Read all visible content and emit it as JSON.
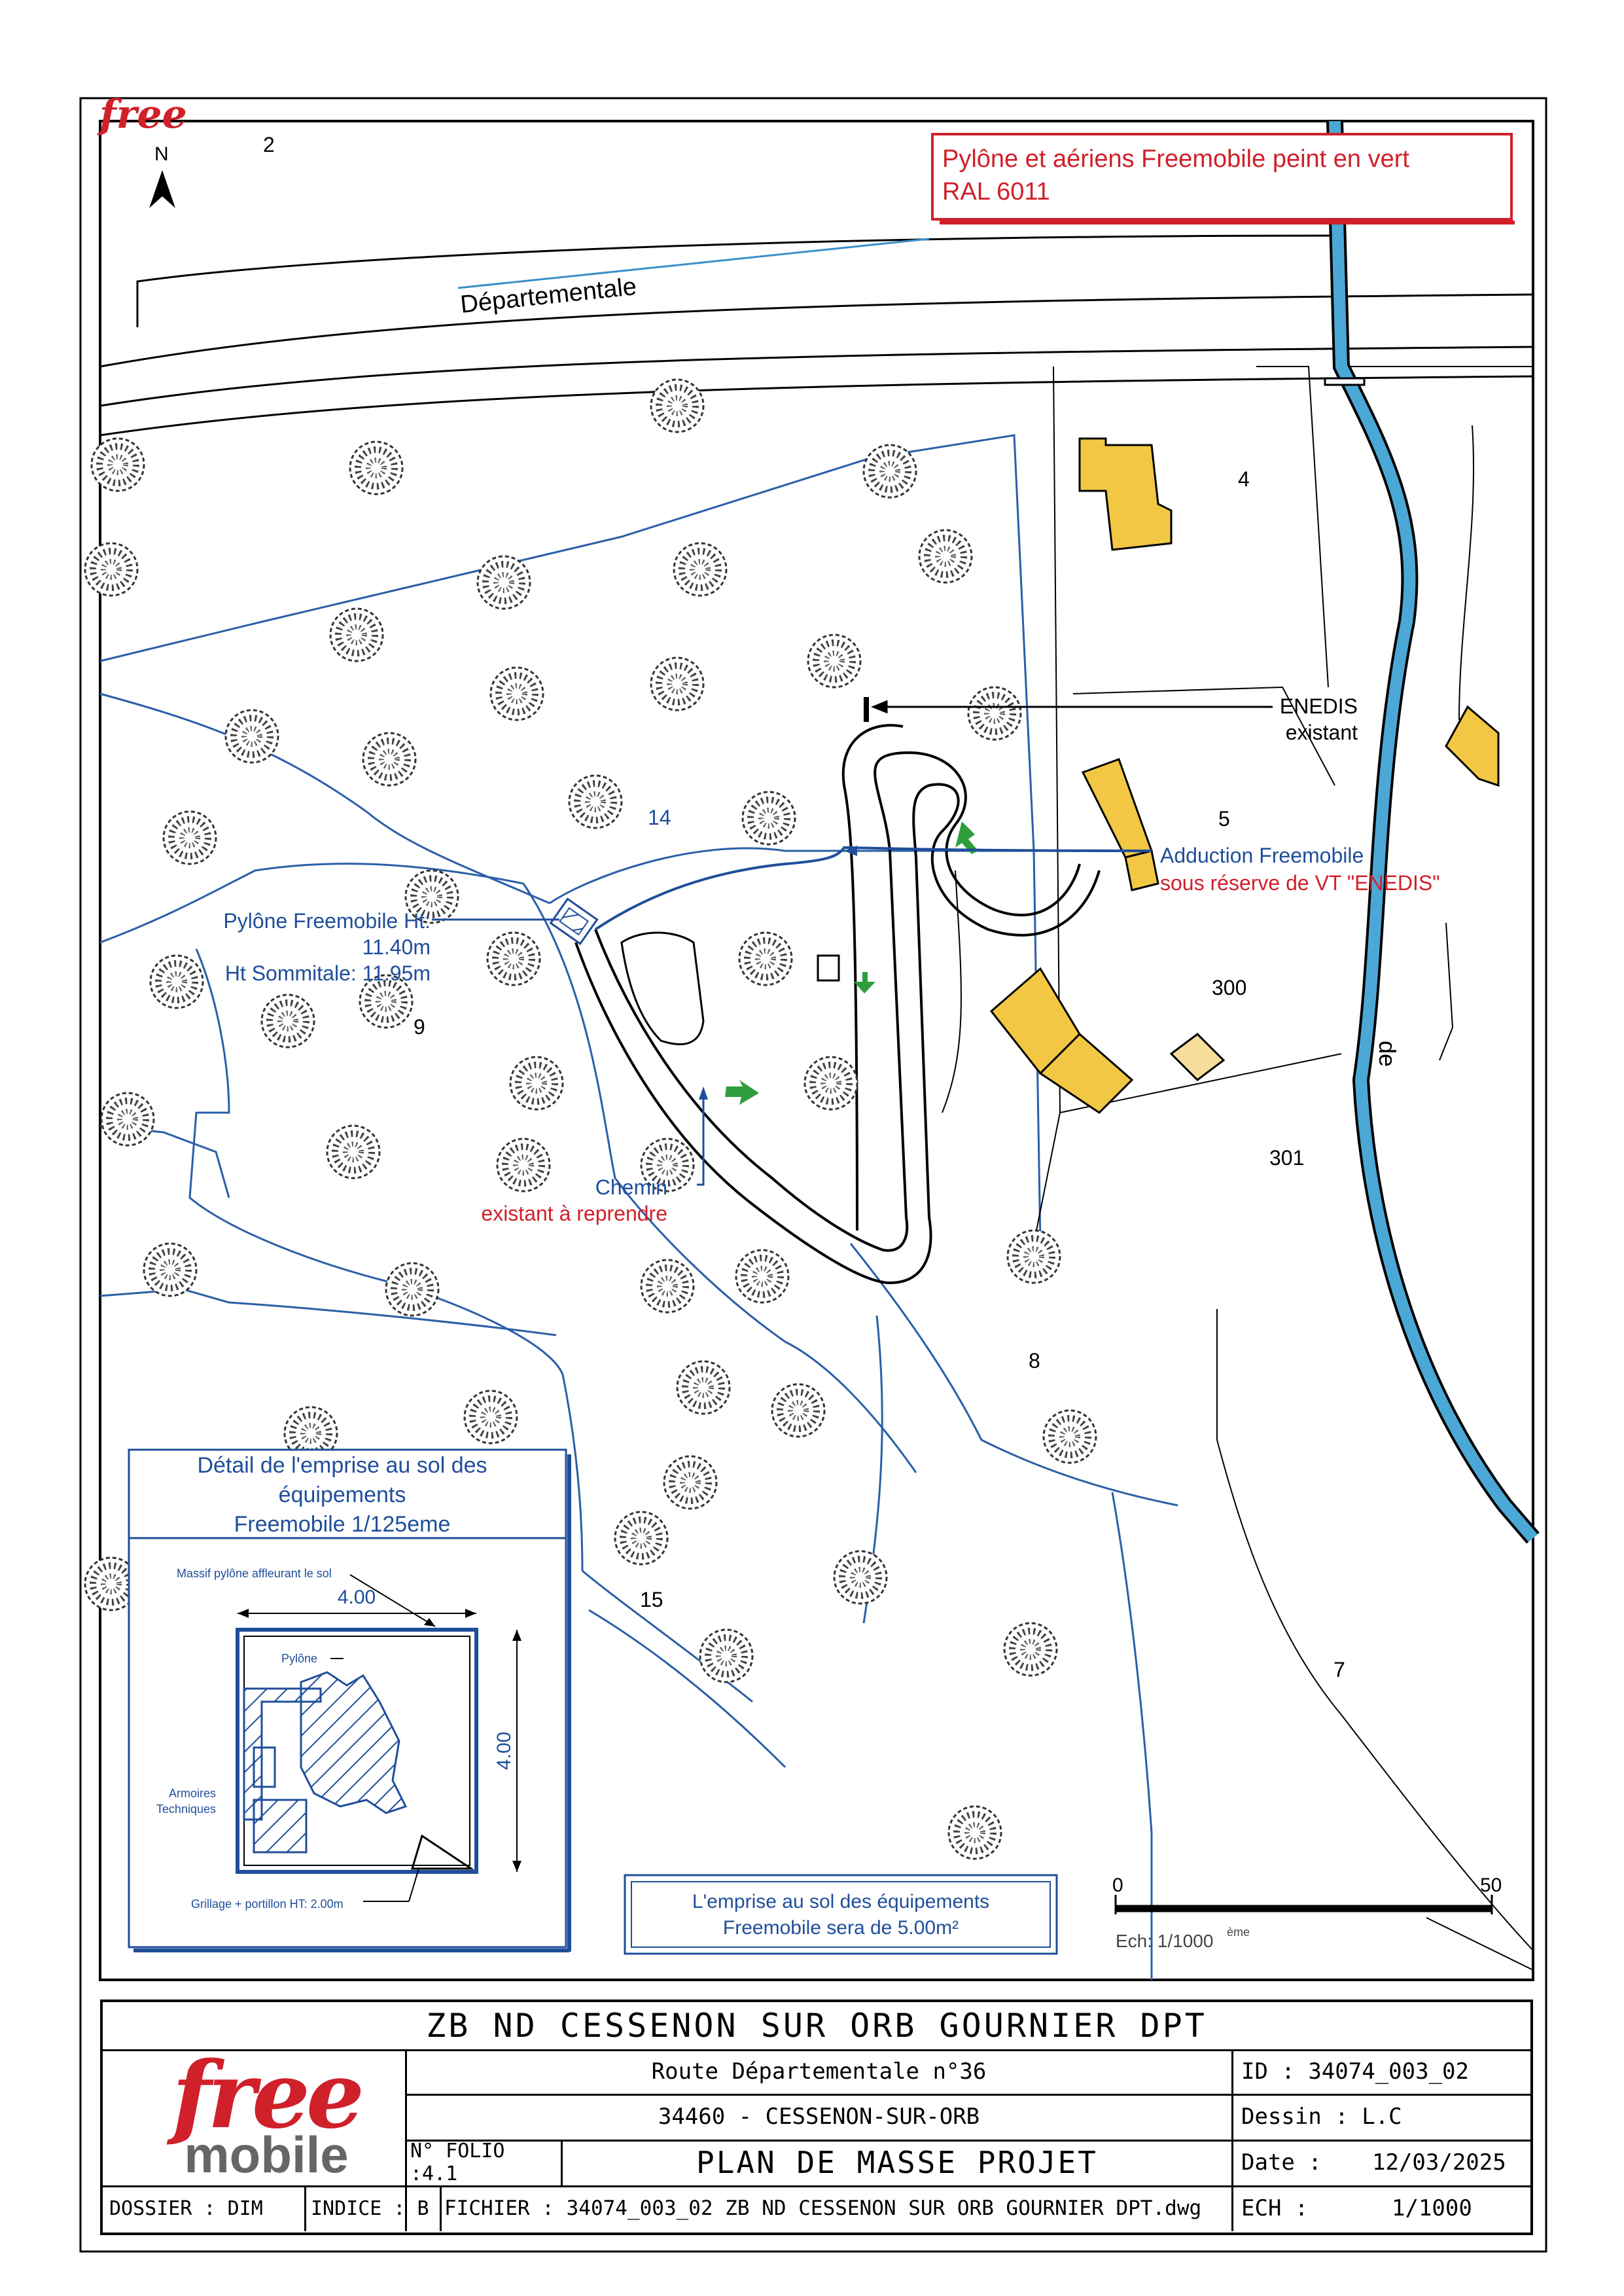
{
  "top_logo": "free",
  "north": {
    "letter": "N"
  },
  "notes": {
    "paint": [
      "Pylône et aériens Freemobile peint en vert",
      "RAL  6011"
    ],
    "enedis": [
      "ENEDIS",
      "existant"
    ],
    "adduction": [
      "Adduction Freemobile",
      "sous réserve de VT \"ENEDIS\""
    ],
    "pylone": [
      "Pylône Freemobile Ht:",
      "11.40m",
      "Ht Sommitale: 11.95m"
    ],
    "chemin": [
      "Chemin",
      "existant à reprendre"
    ],
    "emprise": [
      "L'emprise au sol des équipements",
      "Freemobile  sera de 5.00m²"
    ]
  },
  "road_label": "Départementale",
  "river_label": "de",
  "parcels": [
    "2",
    "4",
    "14",
    "5",
    "300",
    "9",
    "301",
    "8",
    "15",
    "7"
  ],
  "detail": {
    "title": [
      "Détail de l'emprise au sol des",
      "équipements",
      "Freemobile  1/125eme"
    ],
    "massif": "Massif pylône affleurant le sol",
    "dim_h": "4.00",
    "dim_v": "4.00",
    "pylone": "Pylône",
    "armoires": [
      "Armoires",
      "Techniques"
    ],
    "grillage": "Grillage + portillon HT: 2.00m"
  },
  "scale": {
    "start": "0",
    "end": "50",
    "ech": "Ech: 1/1000",
    "ech_sup": "ème"
  },
  "cartouche": {
    "title": "ZB ND CESSENON SUR ORB GOURNIER DPT",
    "address": "Route Départementale n°36",
    "city": "34460 - CESSENON-SUR-ORB",
    "folio": "N° FOLIO :4.1",
    "plan": "PLAN DE MASSE PROJET",
    "id": "ID :  34074_003_02",
    "dessin": "Dessin :  L.C",
    "date_label": "Date :",
    "date": "12/03/2025",
    "dossier": "DOSSIER : DIM",
    "indice": "INDICE : B",
    "fichier": "FICHIER : 34074_003_02 ZB ND CESSENON SUR ORB GOURNIER DPT.dwg",
    "ech_label": "ECH :",
    "ech": "1/1000",
    "logo_free": "free",
    "logo_mobile": "mobile"
  },
  "colors": {
    "red": "#d0202a",
    "blue": "#1f4e9a",
    "green": "#2e9e3c",
    "building": "#f2c744",
    "river": "#4ba8d6"
  }
}
